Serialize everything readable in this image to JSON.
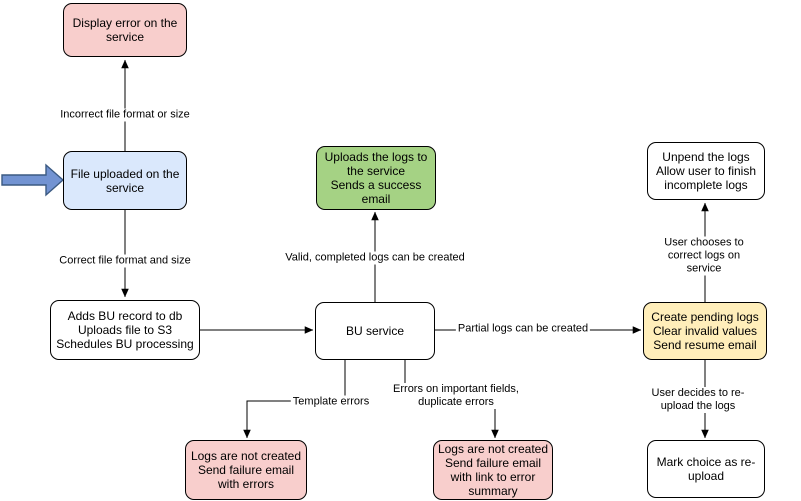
{
  "diagram": {
    "nodes": {
      "display_error": {
        "label": "Display error on the\nservice",
        "fill": "#f8cecc",
        "role": "error"
      },
      "file_uploaded": {
        "label": "File uploaded on the\nservice",
        "fill": "#dae8fc",
        "role": "start"
      },
      "adds_bu_record": {
        "label": "Adds BU record to db\nUploads file to S3\nSchedules BU processing",
        "fill": "#ffffff",
        "role": "process"
      },
      "uploads_logs_success": {
        "label": "Uploads the logs to\nthe service\nSends a success\nemail",
        "fill": "#a5d284",
        "role": "success"
      },
      "bu_service": {
        "label": "BU service",
        "fill": "#ffffff",
        "role": "process"
      },
      "create_pending_logs": {
        "label": "Create pending logs\nClear invalid values\nSend resume email",
        "fill": "#ffeeba",
        "role": "pending"
      },
      "unpend_logs": {
        "label": "Unpend the logs\nAllow user to finish\nincomplete logs",
        "fill": "#ffffff",
        "role": "process"
      },
      "mark_choice_reupload": {
        "label": "Mark choice as re-\nupload",
        "fill": "#ffffff",
        "role": "process"
      },
      "logs_not_created_errors": {
        "label": "Logs are not created\nSend failure email\nwith errors",
        "fill": "#f8cecc",
        "role": "error"
      },
      "logs_not_created_summary": {
        "label": "Logs are not created\nSend failure email\nwith link to error\nsummary",
        "fill": "#f8cecc",
        "role": "error"
      }
    },
    "edge_labels": {
      "incorrect_file": "Incorrect file format or size",
      "correct_file": "Correct file format and size",
      "valid_completed": "Valid, completed logs can be created",
      "partial_logs": "Partial logs can be created",
      "template_errors": "Template errors",
      "important_fields": "Errors on important fields,\nduplicate errors",
      "user_corrects": "User chooses to correct logs on service",
      "user_reuploads": "User decides to re-upload the logs"
    },
    "icons": {
      "input_arrow": {
        "fill": "#7293d2",
        "stroke": "#3b5a82"
      }
    },
    "line_color": "#000000"
  }
}
